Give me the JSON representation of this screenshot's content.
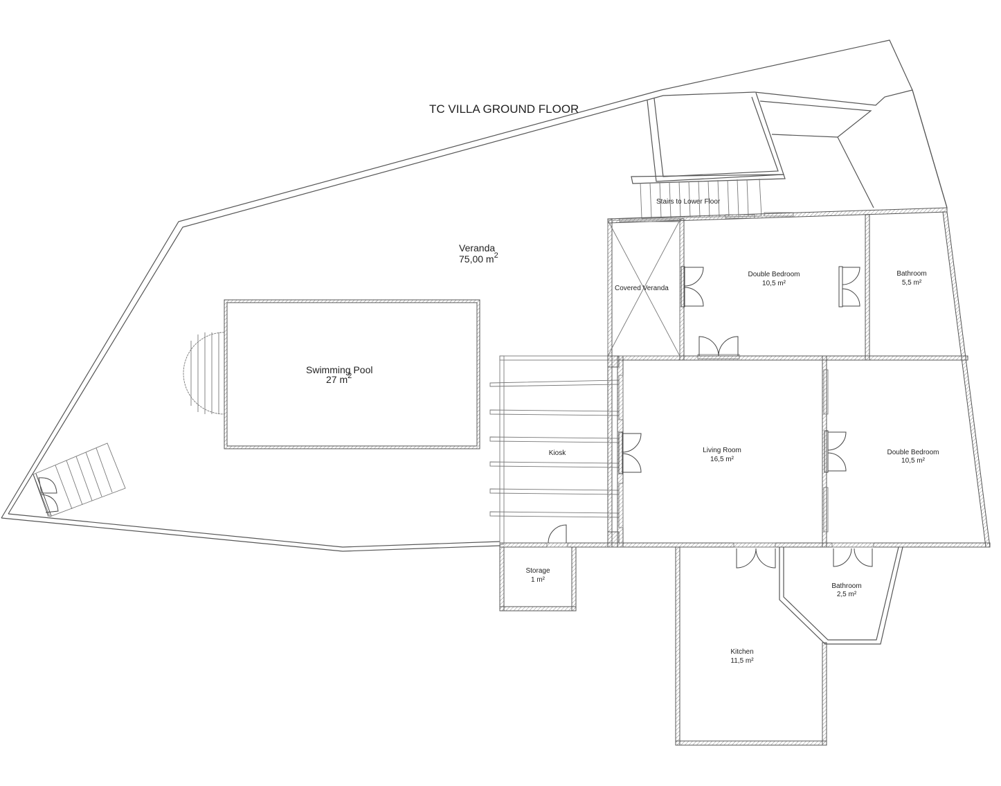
{
  "title": "TC VILLA GROUND FLOOR",
  "rooms": {
    "veranda": {
      "name": "Veranda",
      "area": "75,00 m",
      "sup": "2"
    },
    "pool": {
      "name": "Swimming Pool",
      "area": "27 m",
      "sup": "2"
    },
    "stairs": {
      "name": "Stairs to Lower Floor"
    },
    "covered_veranda": {
      "name": "Covered Veranda"
    },
    "bedroom1": {
      "name": "Double Bedroom",
      "area": "10,5 m²"
    },
    "bathroom1": {
      "name": "Bathroom",
      "area": "5,5 m²"
    },
    "kiosk": {
      "name": "Kiosk"
    },
    "living": {
      "name": "Living Room",
      "area": "16,5 m²"
    },
    "bedroom2": {
      "name": "Double Bedroom",
      "area": "10,5 m²"
    },
    "storage": {
      "name": "Storage",
      "area": "1 m²"
    },
    "bathroom2": {
      "name": "Bathroom",
      "area": "2,5 m²"
    },
    "kitchen": {
      "name": "Kitchen",
      "area": "11,5 m²"
    }
  }
}
